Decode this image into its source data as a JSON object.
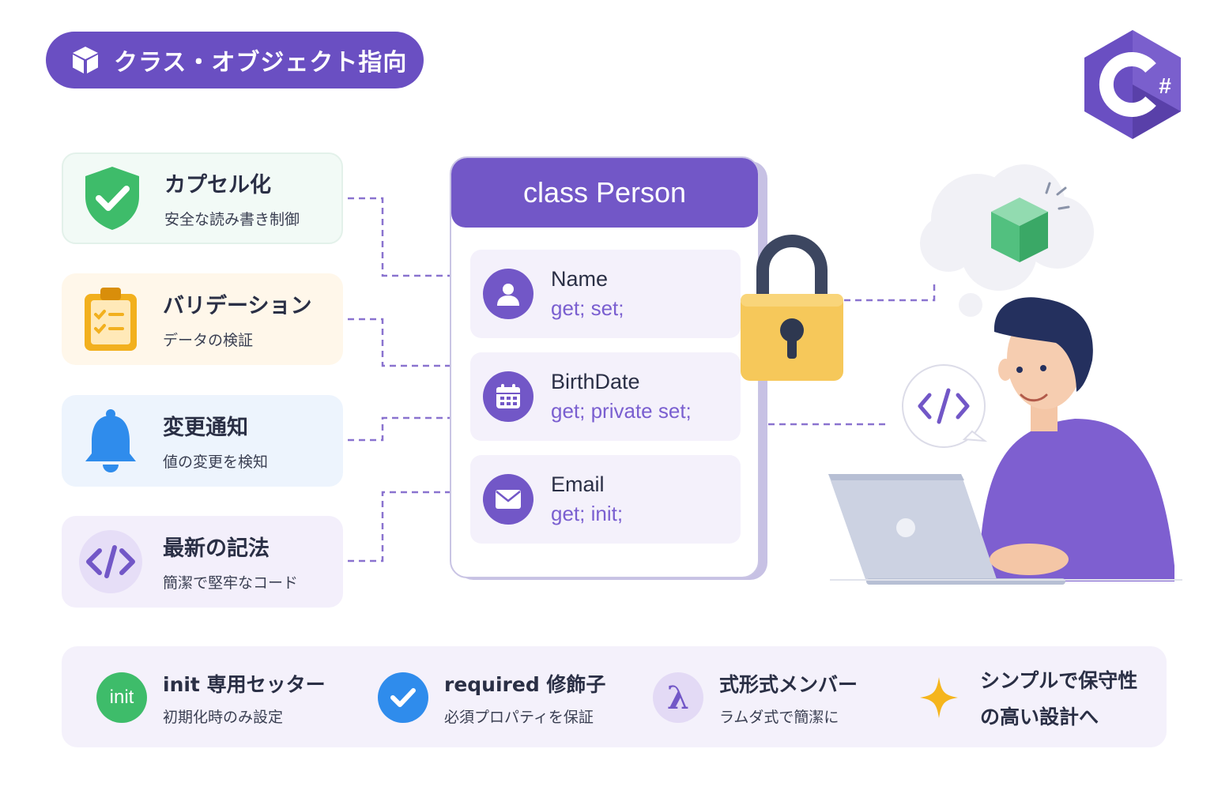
{
  "header": {
    "title": "クラス・オブジェクト指向"
  },
  "logo": {
    "symbol": "#"
  },
  "features": [
    {
      "title": "カプセル化",
      "subtitle": "安全な読み書き制御",
      "icon": "shield-check-icon",
      "color": "#3ebc6a"
    },
    {
      "title": "バリデーション",
      "subtitle": "データの検証",
      "icon": "clipboard-checklist-icon",
      "color": "#f2b01e"
    },
    {
      "title": "変更通知",
      "subtitle": "値の変更を検知",
      "icon": "bell-icon",
      "color": "#2f8cec"
    },
    {
      "title": "最新の記法",
      "subtitle": "簡潔で堅牢なコード",
      "icon": "code-brackets-icon",
      "color": "#7257c7"
    }
  ],
  "class_panel": {
    "title": "class Person",
    "properties": [
      {
        "name": "Name",
        "accessors": "get; set;",
        "icon": "user-icon"
      },
      {
        "name": "BirthDate",
        "accessors": "get; private set;",
        "icon": "calendar-icon"
      },
      {
        "name": "Email",
        "accessors": "get; init;",
        "icon": "envelope-icon"
      }
    ]
  },
  "bottom": [
    {
      "title": "init 専用セッター",
      "subtitle": "初期化時のみ設定",
      "badge": "init",
      "color": "#3ebc6a"
    },
    {
      "title": "required 修飾子",
      "subtitle": "必須プロパティを保証",
      "icon": "check-circle-icon",
      "color": "#2f8cec"
    },
    {
      "title": "式形式メンバー",
      "subtitle": "ラムダ式で簡潔に",
      "badge": "λ",
      "color": "#7257c7"
    },
    {
      "title": "シンプルで保守性",
      "subtitle": "の高い設計へ",
      "icon": "sparkle-icon",
      "color": "#f5b51c"
    }
  ],
  "colors": {
    "primary": "#6a4fc2",
    "accent": "#7257c7",
    "lock": "#f6c85a"
  }
}
